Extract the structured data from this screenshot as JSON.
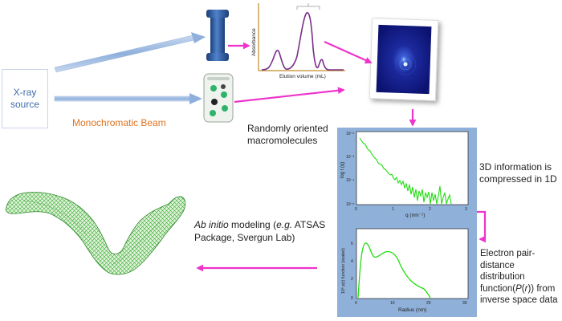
{
  "labels": {
    "xray_source": "X-ray source",
    "monochromatic_beam": "Monochromatic Beam",
    "randomly_oriented": "Randomly oriented macromolecules",
    "compressed_info": "3D information is compressed in 1D",
    "pair_distance_line1": "Electron pair-distance distribution function(",
    "pair_distance_P": "P",
    "pair_distance_paren1": "(",
    "pair_distance_r": "r",
    "pair_distance_line2": ")) from inverse space data",
    "model_italic1": "Ab initio",
    "model_text1": " modeling (",
    "model_italic2": "e.g.",
    "model_text2": " ATSAS Package, Svergun Lab)"
  },
  "chromatogram": {
    "ylabel": "Absorbance",
    "xlabel": "Elution volume (mL)"
  },
  "scattering_plot": {
    "ylabel": "log I (q)",
    "xlabel": "q (nm⁻¹)",
    "yticks": [
      "10⁻²",
      "10⁻³",
      "10⁻⁴",
      "10⁻⁵"
    ],
    "xticks": [
      "0",
      "1",
      "2",
      "3"
    ]
  },
  "pr_plot": {
    "ylabel": "10⁶ p(r) function (scaled)",
    "xlabel": "Radius (nm)",
    "yticks": [
      "6",
      "4",
      "2",
      "0"
    ],
    "xticks": [
      "0",
      "10",
      "20",
      "30"
    ]
  },
  "colors": {
    "arrow": "#ee33cc",
    "beam": "#7fa3d6",
    "curve": "#22dd11",
    "panel": "#8fb0d8",
    "chrom_line": "#7a2f8a",
    "xray_text": "#3f6ca8",
    "beam_text": "#e0731f"
  }
}
